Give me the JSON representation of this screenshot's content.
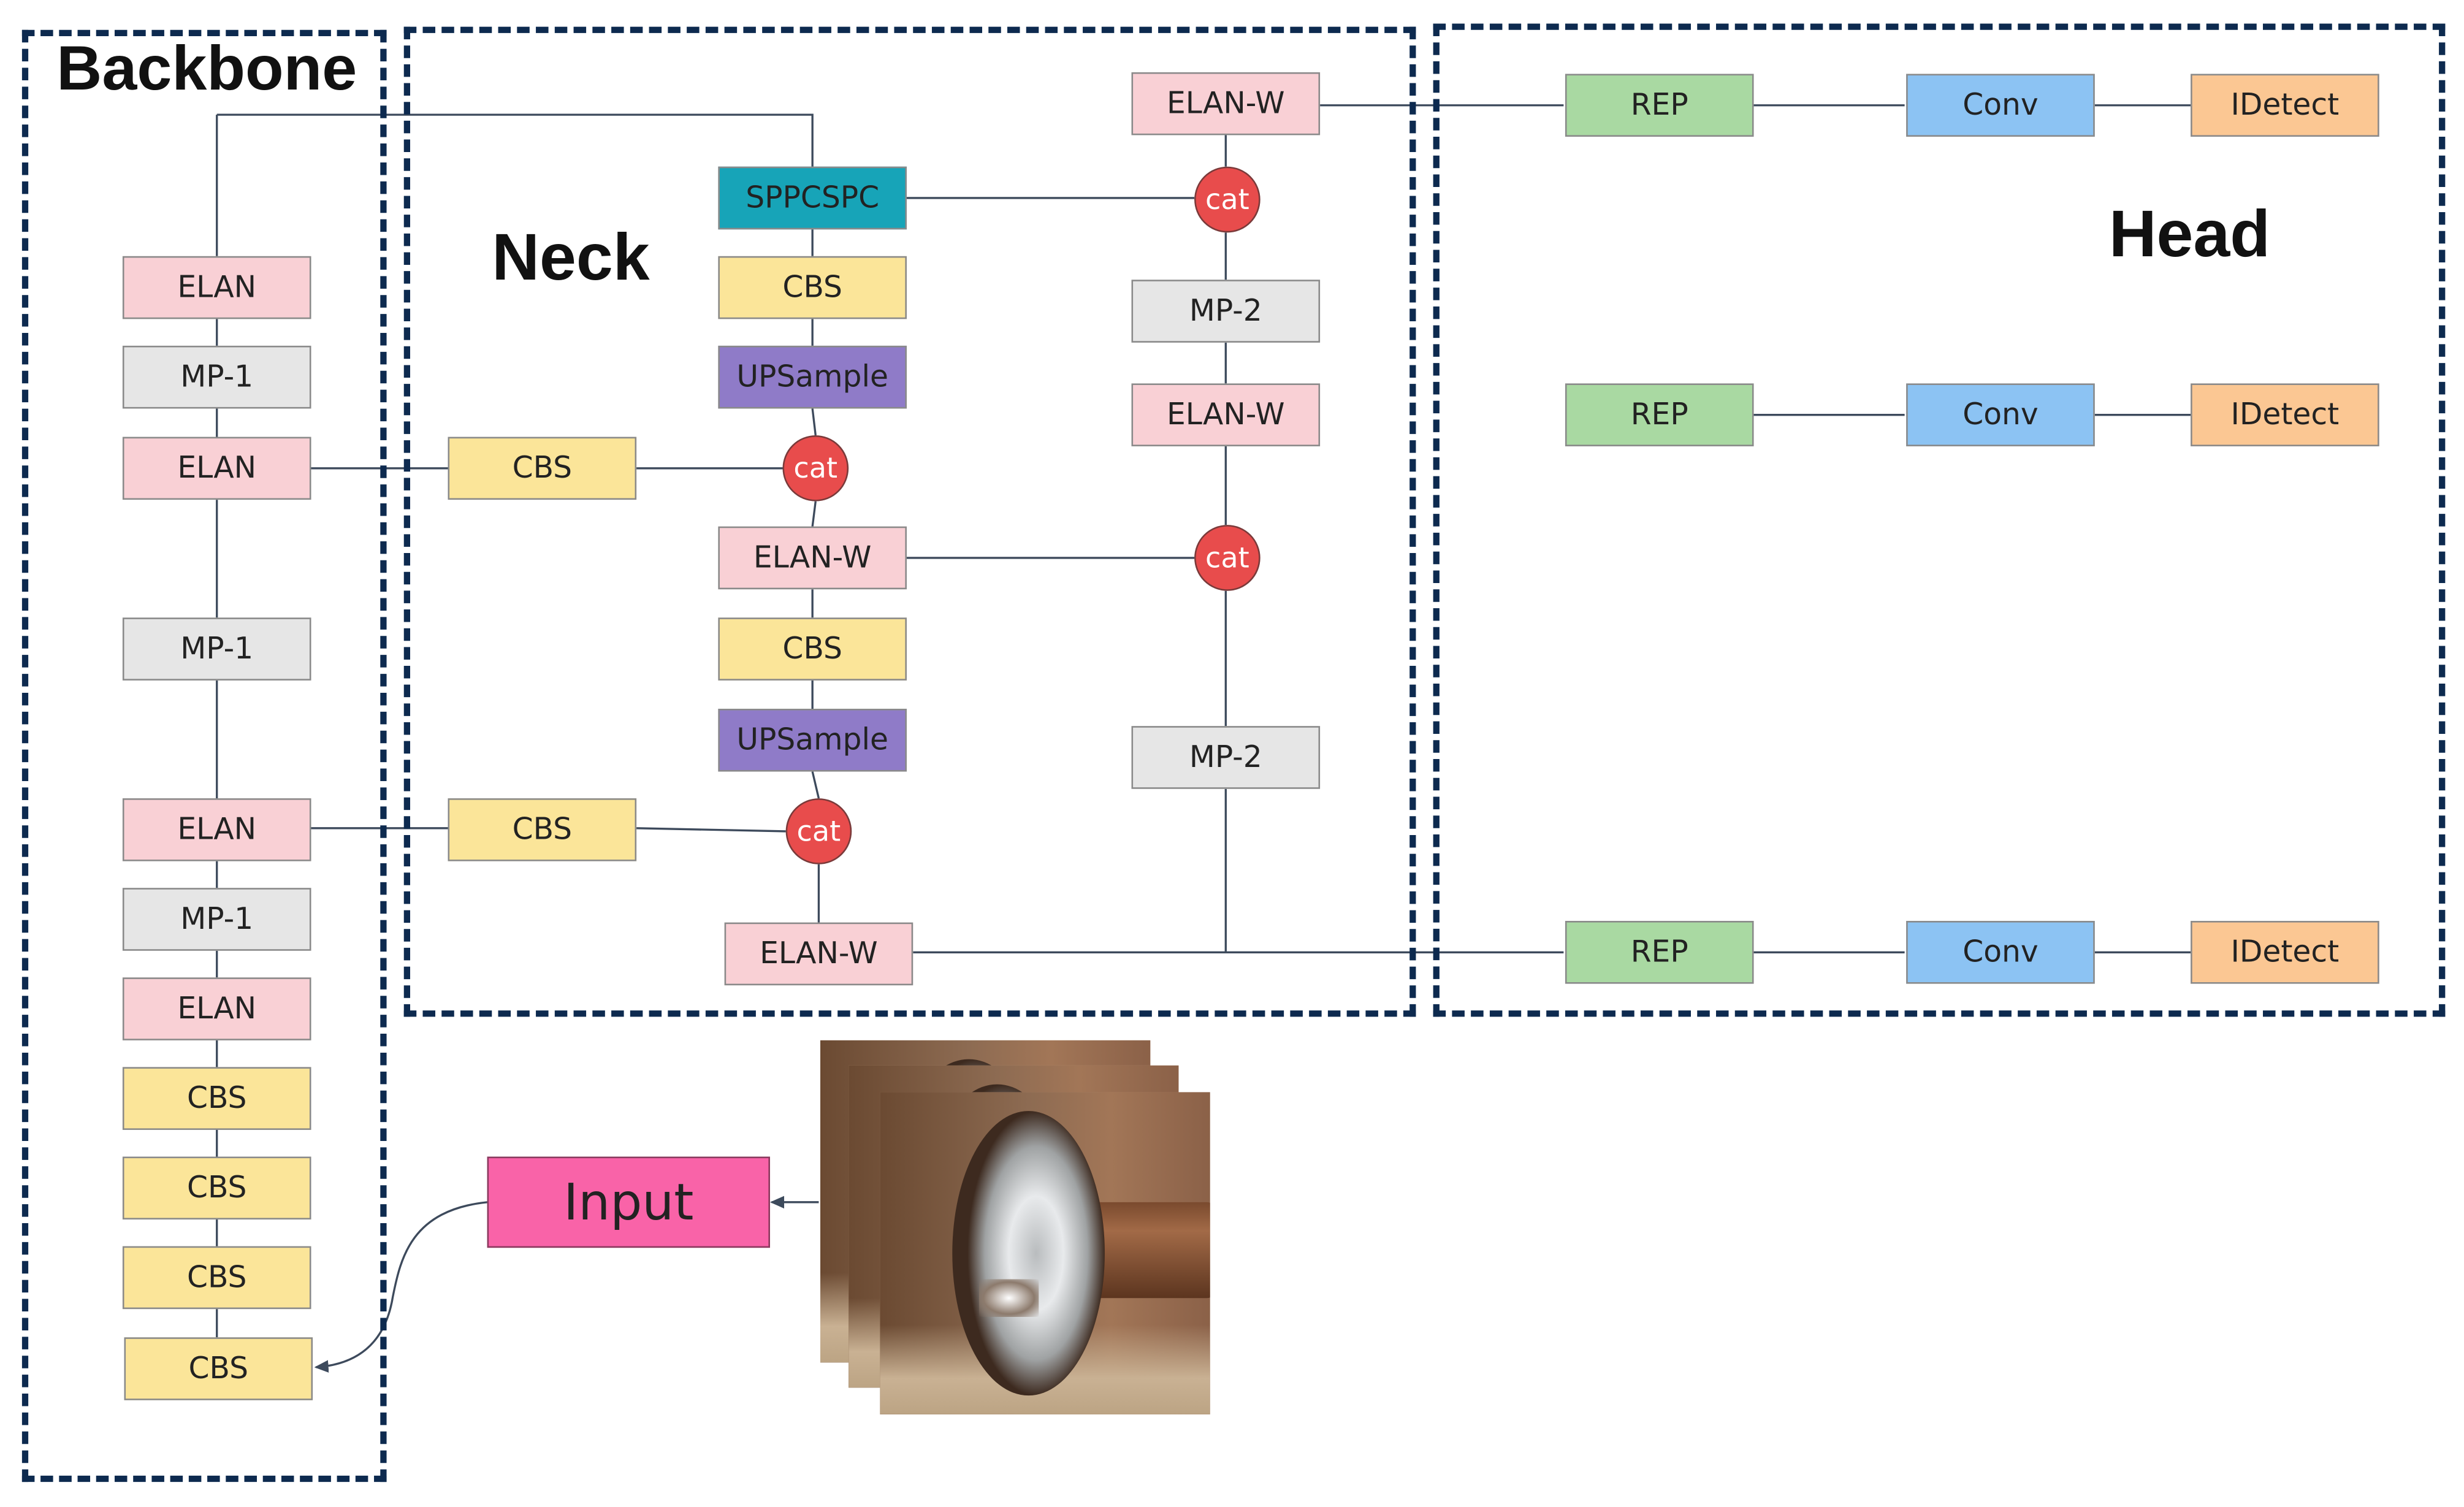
{
  "regions": {
    "backbone": "Backbone",
    "neck": "Neck",
    "head": "Head"
  },
  "colors": {
    "border": "#0d2a4f",
    "line": "#3d4a5c",
    "elan": "#f9d0d5",
    "mp": "#e6e6e6",
    "cbs": "#fbe599",
    "sppcspc": "#17a4b8",
    "upsample": "#8f7bc8",
    "cat": "#e84c4c",
    "rep": "#a9d9a2",
    "conv": "#8cc3f3",
    "idetect": "#fbc793",
    "input": "#f963a8"
  },
  "backbone": {
    "elan_1": "ELAN",
    "mp1_1": "MP-1",
    "elan_2": "ELAN",
    "mp1_2": "MP-1",
    "elan_3": "ELAN",
    "mp1_3": "MP-1",
    "elan_4": "ELAN",
    "cbs_1": "CBS",
    "cbs_2": "CBS",
    "cbs_3": "CBS",
    "cbs_4": "CBS"
  },
  "neck": {
    "sppcspc": "SPPCSPC",
    "cbs_top": "CBS",
    "upsample_1": "UPSample",
    "cbs_side_1": "CBS",
    "cat_1": "cat",
    "elan_w_1": "ELAN-W",
    "cbs_mid": "CBS",
    "upsample_2": "UPSample",
    "cbs_side_2": "CBS",
    "cat_2": "cat",
    "elan_w_2": "ELAN-W",
    "elan_w_top": "ELAN-W",
    "cat_top": "cat",
    "mp2_1": "MP-2",
    "elan_w_mid": "ELAN-W",
    "cat_mid": "cat",
    "mp2_2": "MP-2"
  },
  "head": {
    "rows": [
      {
        "rep": "REP",
        "conv": "Conv",
        "idetect": "IDetect"
      },
      {
        "rep": "REP",
        "conv": "Conv",
        "idetect": "IDetect"
      },
      {
        "rep": "REP",
        "conv": "Conv",
        "idetect": "IDetect"
      }
    ]
  },
  "input": {
    "label": "Input"
  }
}
